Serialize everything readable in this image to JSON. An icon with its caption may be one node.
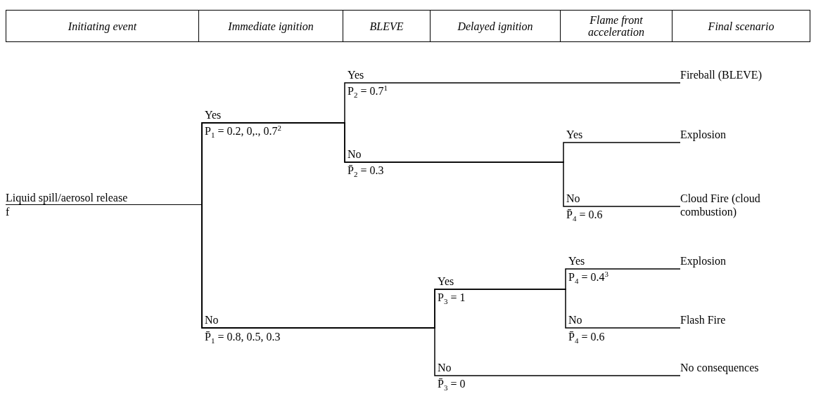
{
  "diagram": {
    "nodes": [
      {
        "text": [
          "Liquid spill/aerosol release",
          "f"
        ]
      },
      {
        "text": [
          "Fireball (BLEVE)"
        ]
      },
      {
        "text": [
          "Explosion"
        ]
      },
      {
        "text": [
          "Cloud Fire (cloud combustion)"
        ]
      },
      {
        "text": [
          "Explosion"
        ]
      },
      {
        "text": [
          "Flash Fire"
        ]
      },
      {
        "text": [
          "No consequences"
        ]
      }
    ],
    "edges": [
      {
        "from": 0,
        "to": 1,
        "arrow": "none"
      },
      {
        "from": 0,
        "to": 2,
        "arrow": "none"
      },
      {
        "from": 0,
        "to": 3,
        "arrow": "none"
      },
      {
        "from": 0,
        "to": 4,
        "arrow": "none"
      },
      {
        "from": 0,
        "to": 5,
        "arrow": "none"
      },
      {
        "from": 0,
        "to": 6,
        "arrow": "none"
      }
    ],
    "labels": [
      "Initiating event",
      "Immediate ignition",
      "BLEVE",
      "Delayed ignition",
      "Flame front acceleration",
      "Final scenario",
      "Yes",
      "P$_{2}$ = 0.7$^{1}$",
      "Yes",
      "P$_{1}$ = 0.2, 0,., 0.7$^{2}$",
      "Yes",
      "No",
      "P̄$_{2}$ = 0.3",
      "No",
      "P̄$_{4}$ = 0.6",
      "Yes",
      "P$_{4}$ = 0.4$^{3}$",
      "Yes",
      "P$_{3}$ = 1",
      "No",
      "No",
      "P̄$_{1}$ = 0.8, 0.5, 0.3",
      "P̄$_{4}$ = 0.6",
      "No",
      "P̄$_{3}$ = 0"
    ]
  }
}
